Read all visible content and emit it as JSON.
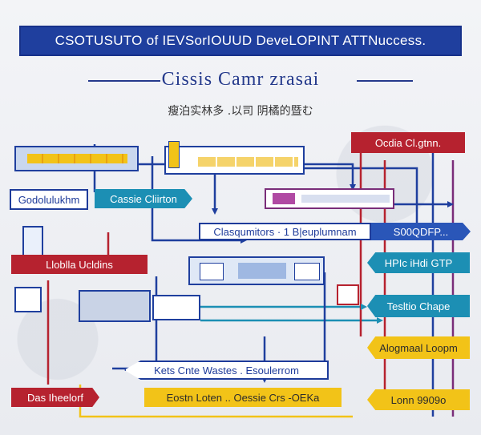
{
  "banner": {
    "title": "CSOTUSUTO of IEVSorIOUUD DeveLOPINT ATTNuccess."
  },
  "subtitle": "Cissis Camr zrasai",
  "caption": "瘦泊实林多 .以司 阴橘的暨む",
  "labels": {
    "top_right": "Ocdia Cl.gtnn.",
    "left_1": "Godolulukhm",
    "left_2": "Cassie Cliirton",
    "center_long": "Clasqumitors · 1 B|euplumnam",
    "right_1": "S00QDFP...",
    "left_red": "Lloblla Ucldins",
    "right_teal": "HPIc iHdi GTP",
    "right_teal_2": "Tesltio Chape",
    "right_yellow": "Alogmaal Loopm",
    "bottom_mid": "Kets Cnte Wastes . Esoulerrom",
    "bottom_left": "Das Iheelorf",
    "bottom_center": "Eostn Loten .. Oessie Crs -OEKa",
    "bottom_right": "Lonn 9909o"
  },
  "colors": {
    "navy": "#1f3f9e",
    "red": "#b6222f",
    "teal": "#1c8fb4",
    "yellow": "#f2c318",
    "purple": "#7a2d79"
  }
}
